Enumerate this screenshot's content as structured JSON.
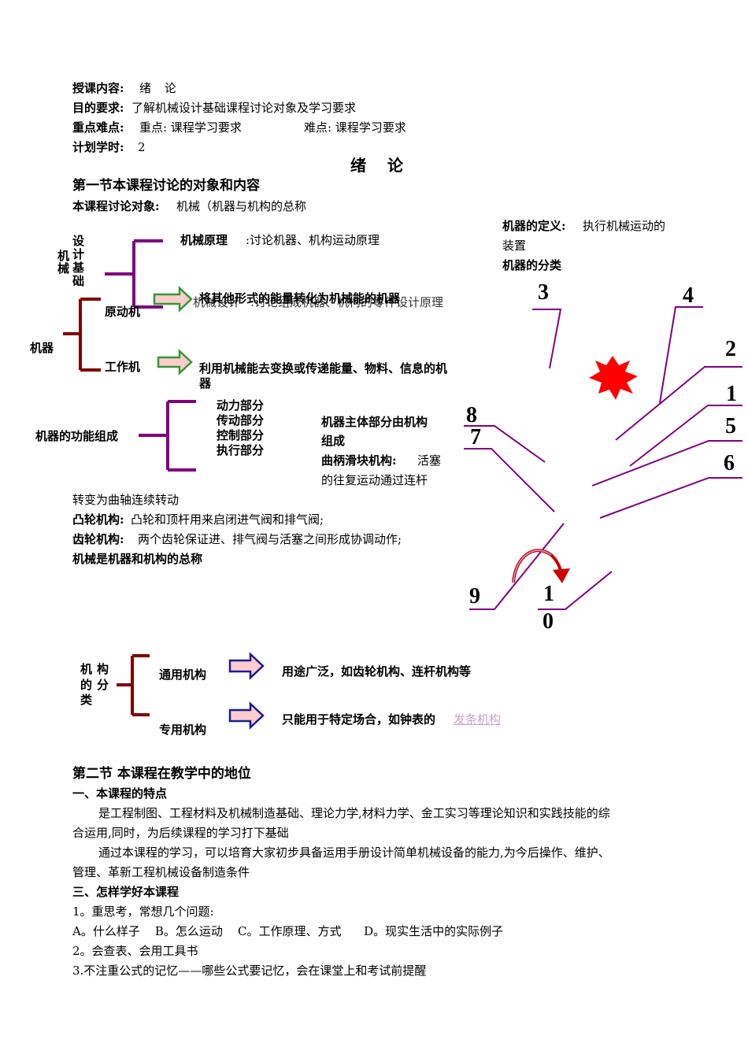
{
  "header": {
    "content_label": "授课内容:",
    "content_value": "绪 论",
    "goal_label": "目的要求:",
    "goal_value": "了解机械设计基础课程讨论对象及学习要求",
    "key_label": "重点难点:",
    "key_value": "重点: 课程学习要求",
    "difficulty_value": "难点: 课程学习要求",
    "hours_label": "计划学时:",
    "hours_value": "2"
  },
  "title": "绪 论",
  "section1": {
    "heading": "第一节本课程讨论的对象和内容",
    "object_label": "本课程讨论对象:",
    "object_value": "机械（机器与机构的总称"
  },
  "diagram1": {
    "root_top": "机械",
    "root_side": "设计基础",
    "branch1_label": "机械原理",
    "branch1_desc": ":讨论机器、机构运动原理",
    "branch2_label": "机械设计",
    "branch2_desc": ":讨论组成机器、机构的零件设计原理",
    "machine_label": "机器",
    "prime_mover": "原动机",
    "prime_mover_desc": "将其他形式的能量转化为机械能的机器",
    "working_machine": "工作机",
    "working_machine_desc_1": "利用机械能去变换或传递能量、物料、信息的机",
    "working_machine_desc_2": "器"
  },
  "machine_def": {
    "label": "机器的定义:",
    "value_1": "执行机械运动的",
    "value_2": "装置",
    "class_label": "机器的分类"
  },
  "function_diagram": {
    "root": "机器的功能组成",
    "items": [
      "动力部分",
      "传动部分",
      "控制部分",
      "执行部分"
    ]
  },
  "mechanism_text": {
    "line1": "机器主体部分由机构",
    "line2": "组成",
    "crank_label": "曲柄滑块机构:",
    "crank_value_1": "活塞",
    "crank_value_2": "的往复运动通过连杆",
    "crank_value_3": "转变为曲轴连续转动",
    "cam_label": "凸轮机构:",
    "cam_value": "凸轮和顶杆用来启闭进气阀和排气阀;",
    "gear_label": "齿轮机构:",
    "gear_value": "两个齿轮保证进、排气阀与活塞之间形成协调动作;",
    "summary": "机械是机器和机构的总称"
  },
  "figure_numbers": [
    "3",
    "4",
    "2",
    "1",
    "5",
    "6",
    "8",
    "7",
    "9",
    "1",
    "0"
  ],
  "classification": {
    "root": "机构的分类",
    "root_chars": [
      "机",
      "构",
      "的",
      "分",
      "类"
    ],
    "general": "通用机构",
    "general_desc": "用途广泛，如齿轮机构、连杆机构等",
    "special": "专用机构",
    "special_desc": "只能用于特定场合，如钟表的",
    "special_link": "发条机构"
  },
  "section2": {
    "heading": "第二节 本课程在教学中的地位",
    "sub1": "一、本课程的特点",
    "p1_1": "是工程制图、工程材料及机械制造基础、理论力学,材料力学、金工实习等理论知识和实践技能的综",
    "p1_2": "合运用,同时，为后续课程的学习打下基础",
    "p2_1": "通过本课程的学习，可以培育大家初步具备运用手册设计简单机械设备的能力,为今后操作、维护、",
    "p2_2": "管理、革新工程机械设备制造条件",
    "sub3": "三、怎样学好本课程",
    "item1": "1。重思考，常想几个问题:",
    "item1_opts": "A。什么样子    B。怎么运动    C。工作原理、方式      D。现实生活中的实际例子",
    "item2": "2。会查表、会用工具书",
    "item3": "3.不注重公式的记忆——哪些公式要记忆，会在课堂上和考试前提醒"
  },
  "colors": {
    "bracket_purple": "#800080",
    "bracket_darkred": "#800000",
    "arrow_green": "#339933",
    "arrow_fill": "#ffcccc",
    "arrow_blue": "#1a1a99",
    "star_red": "#ff0000",
    "curve_red": "#cc0000"
  }
}
